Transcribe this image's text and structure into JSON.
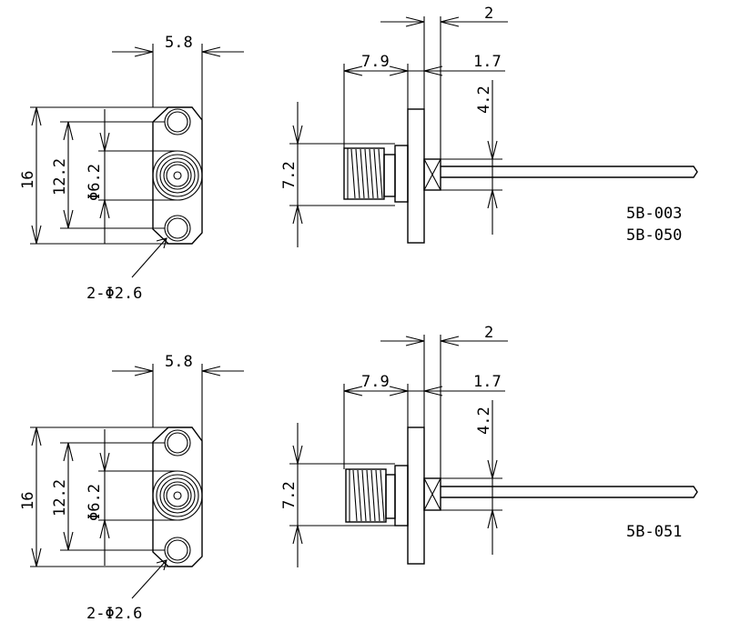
{
  "drawings": [
    {
      "front": {
        "width_dim": "5.8",
        "height_dim": "16",
        "hole_spacing_dim": "12.2",
        "diameter_dim": "Φ6.2",
        "holes_note": "2-Φ2.6"
      },
      "side": {
        "flange_dim": "2",
        "thread_length_dim": "7.9",
        "pin_offset_dim": "1.7",
        "lead_height_dim": "4.2",
        "body_height_dim": "7.2",
        "part_numbers": [
          "5B-003",
          "5B-050"
        ]
      }
    },
    {
      "front": {
        "width_dim": "5.8",
        "height_dim": "16",
        "hole_spacing_dim": "12.2",
        "diameter_dim": "Φ6.2",
        "holes_note": "2-Φ2.6"
      },
      "side": {
        "flange_dim": "2",
        "thread_length_dim": "7.9",
        "pin_offset_dim": "1.7",
        "lead_height_dim": "4.2",
        "body_height_dim": "7.2",
        "part_numbers": [
          "5B-051"
        ]
      }
    }
  ]
}
